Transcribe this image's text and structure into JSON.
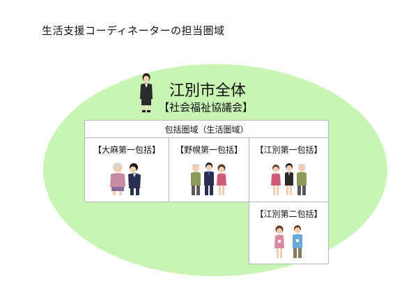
{
  "heading": "生活支援コーディネーターの担当圏域",
  "main": {
    "title": "江別市全体",
    "subtitle": "【社会福祉協議会】"
  },
  "area_header": "包括圏域（生活圏域）",
  "areas": [
    {
      "label": "【大麻第一包括】"
    },
    {
      "label": "【野幌第一包括】"
    },
    {
      "label": "【江別第一包括】"
    },
    {
      "label": "【江別第二包括】"
    }
  ]
}
